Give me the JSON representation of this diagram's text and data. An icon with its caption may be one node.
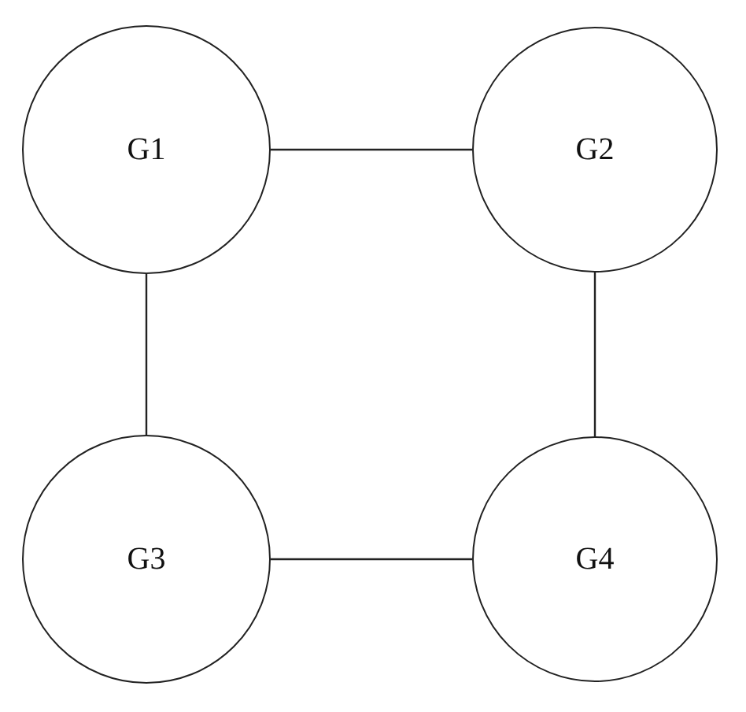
{
  "diagram": {
    "nodes": [
      {
        "text": [
          "G1"
        ]
      },
      {
        "text": [
          "G2"
        ]
      },
      {
        "text": [
          "G3"
        ]
      },
      {
        "text": [
          "G4"
        ]
      }
    ],
    "edges": [
      {
        "from": 0,
        "to": 1,
        "arrow": "none"
      },
      {
        "from": 0,
        "to": 2,
        "arrow": "none"
      },
      {
        "from": 1,
        "to": 3,
        "arrow": "none"
      },
      {
        "from": 2,
        "to": 3,
        "arrow": "none"
      }
    ]
  }
}
